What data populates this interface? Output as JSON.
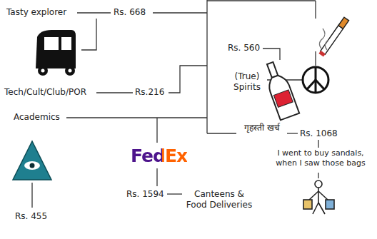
{
  "diagram": {
    "labels": [
      "Tasty explorer",
      "Rs. 668",
      "Tech/Cult/Club/POR",
      "Rs.216",
      "Academics",
      "Rs. 455",
      "FedEx",
      "Rs. 1594",
      "Canteens & Food Deliveries",
      "Rs. 560",
      "(True) Spirits",
      "गृहस्ती खर्च",
      "Rs. 1068",
      "I went to buy sandals, when I saw those bags"
    ]
  }
}
